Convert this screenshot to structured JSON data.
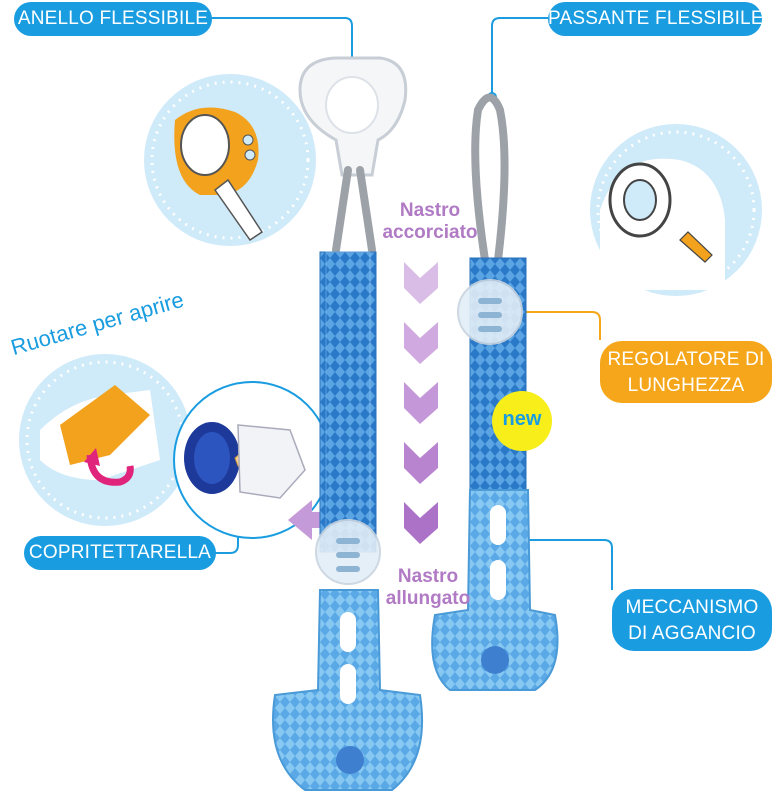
{
  "labels": {
    "anello": "ANELLO FLESSIBILE",
    "passante": "PASSANTE FLESSIBILE",
    "regolatore_line1": "REGOLATORE DI",
    "regolatore_line2": "LUNGHEZZA",
    "copritettarella": "COPRITETTARELLA",
    "meccanismo_line1": "MECCANISMO",
    "meccanismo_line2": "DI AGGANCIO",
    "ruotare": "Ruotare per aprire",
    "nastro_accorciato_line1": "Nastro",
    "nastro_accorciato_line2": "accorciato",
    "nastro_allungato_line1": "Nastro",
    "nastro_allungato_line2": "allungato",
    "new_badge": "new"
  },
  "colors": {
    "label_blue": "#1a9de0",
    "label_orange": "#f5a61a",
    "violet_text": "#b07ac4",
    "ribbon_blue": "#3d8fd6",
    "clip_blue": "#5fb6ee",
    "circle_bg": "#cfeaf9",
    "new_badge_yellow": "#f7ee1a"
  }
}
